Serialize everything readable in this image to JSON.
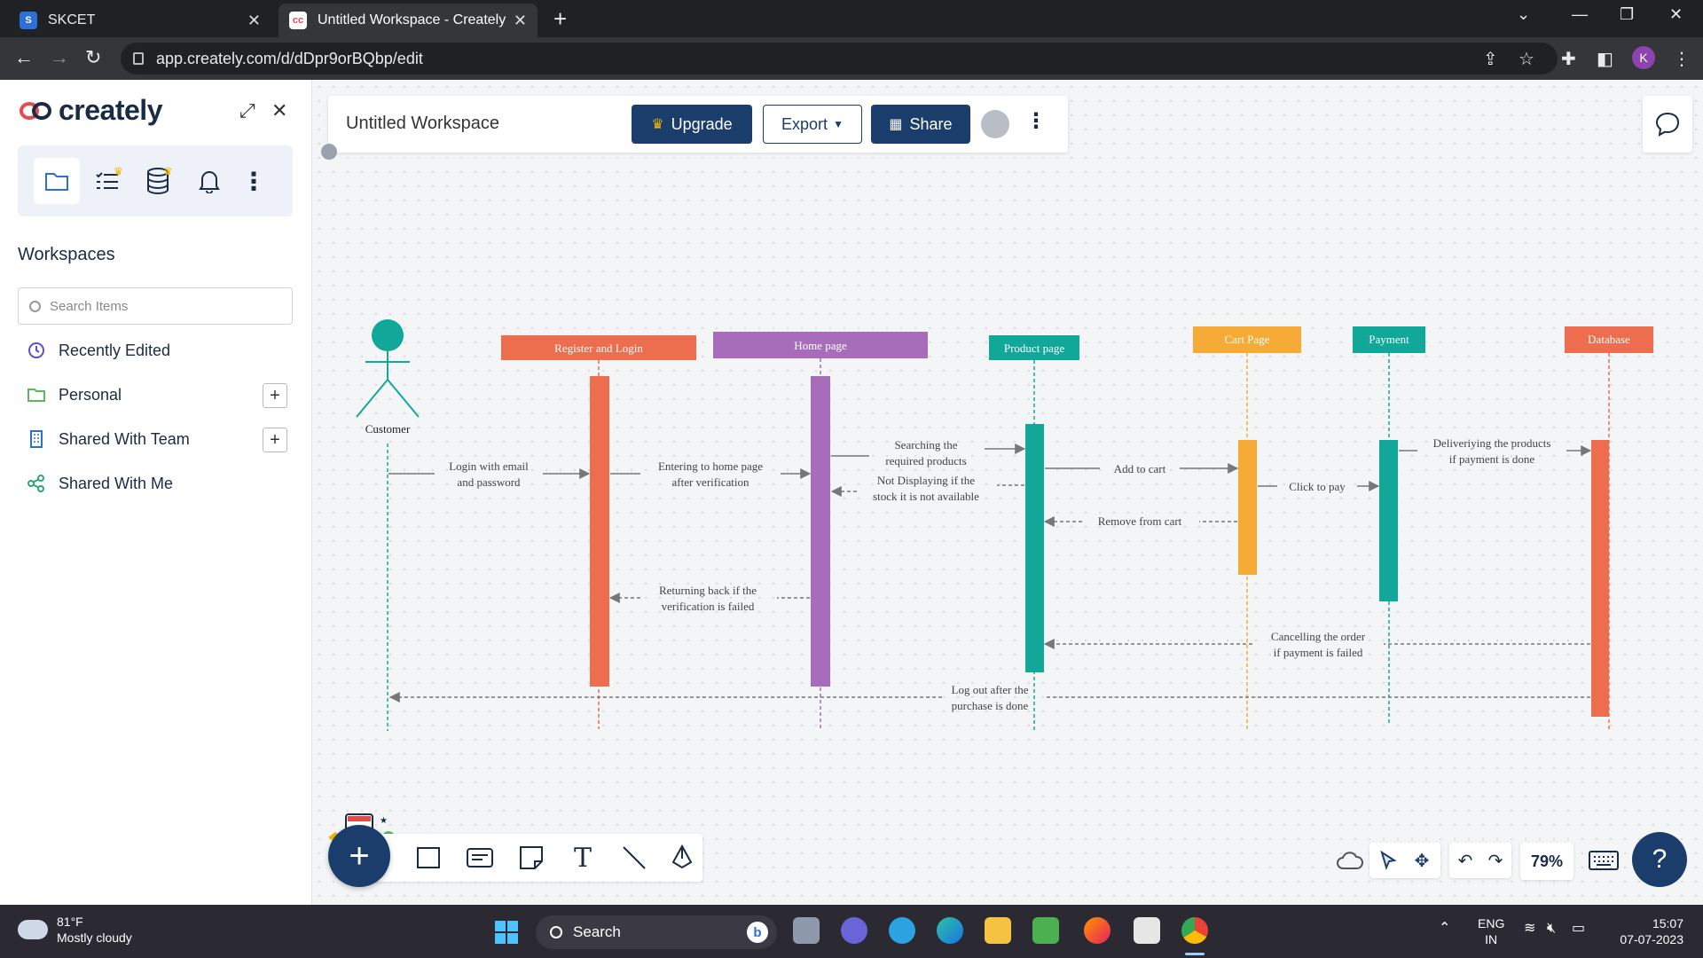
{
  "browser": {
    "tabs": [
      {
        "title": "SKCET",
        "active": false
      },
      {
        "title": "Untitled Workspace - Creately",
        "active": true
      }
    ],
    "url": "app.creately.com/d/dDpr9orBQbp/edit",
    "profile_initial": "K"
  },
  "sidebar": {
    "logo_text": "creately",
    "section_title": "Workspaces",
    "search_placeholder": "Search Items",
    "items": [
      {
        "label": "Recently Edited",
        "icon": "clock-icon",
        "has_add": false
      },
      {
        "label": "Personal",
        "icon": "folder-icon",
        "has_add": true
      },
      {
        "label": "Shared With Team",
        "icon": "building-icon",
        "has_add": true
      },
      {
        "label": "Shared With Me",
        "icon": "share-icon",
        "has_add": false
      }
    ]
  },
  "workspace": {
    "title": "Untitled Workspace",
    "upgrade_label": "Upgrade",
    "export_label": "Export",
    "share_label": "Share"
  },
  "diagram": {
    "actor": "Customer",
    "lifelines": [
      {
        "label": "Register and Login",
        "color": "#ec6e4f"
      },
      {
        "label": "Home page",
        "color": "#a76dbb"
      },
      {
        "label": "Product page",
        "color": "#11a89a"
      },
      {
        "label": "Cart Page",
        "color": "#f5ab35"
      },
      {
        "label": "Payment",
        "color": "#11a89a"
      },
      {
        "label": "Database",
        "color": "#ec6e4f"
      }
    ],
    "messages": {
      "m1": [
        "Login with email",
        "and password"
      ],
      "m2": [
        "Entering to home page",
        "after verification"
      ],
      "m3": [
        "Searching the",
        "required products"
      ],
      "m4": [
        "Not Displaying if the",
        "stock it is not available"
      ],
      "m5": [
        "Returning back if the",
        "verification is failed"
      ],
      "m6": "Add to cart",
      "m7": "Remove from cart",
      "m8": "Click to pay",
      "m9": [
        "Deliveriying the products",
        "if payment is done"
      ],
      "m10": [
        "Cancelling the order",
        "if payment is failed"
      ],
      "m11": [
        "Log out after the",
        "purchase is done"
      ]
    }
  },
  "zoom": "79%",
  "help_label": "?",
  "taskbar": {
    "weather_temp": "81°F",
    "weather_desc": "Mostly cloudy",
    "search_label": "Search",
    "lang_top": "ENG",
    "lang_bottom": "IN",
    "time": "15:07",
    "date": "07-07-2023"
  },
  "colors": {
    "brand_navy": "#1a3d6b",
    "orange": "#ec6e4f",
    "purple": "#a76dbb",
    "teal": "#11a89a",
    "amber": "#f5ab35"
  }
}
